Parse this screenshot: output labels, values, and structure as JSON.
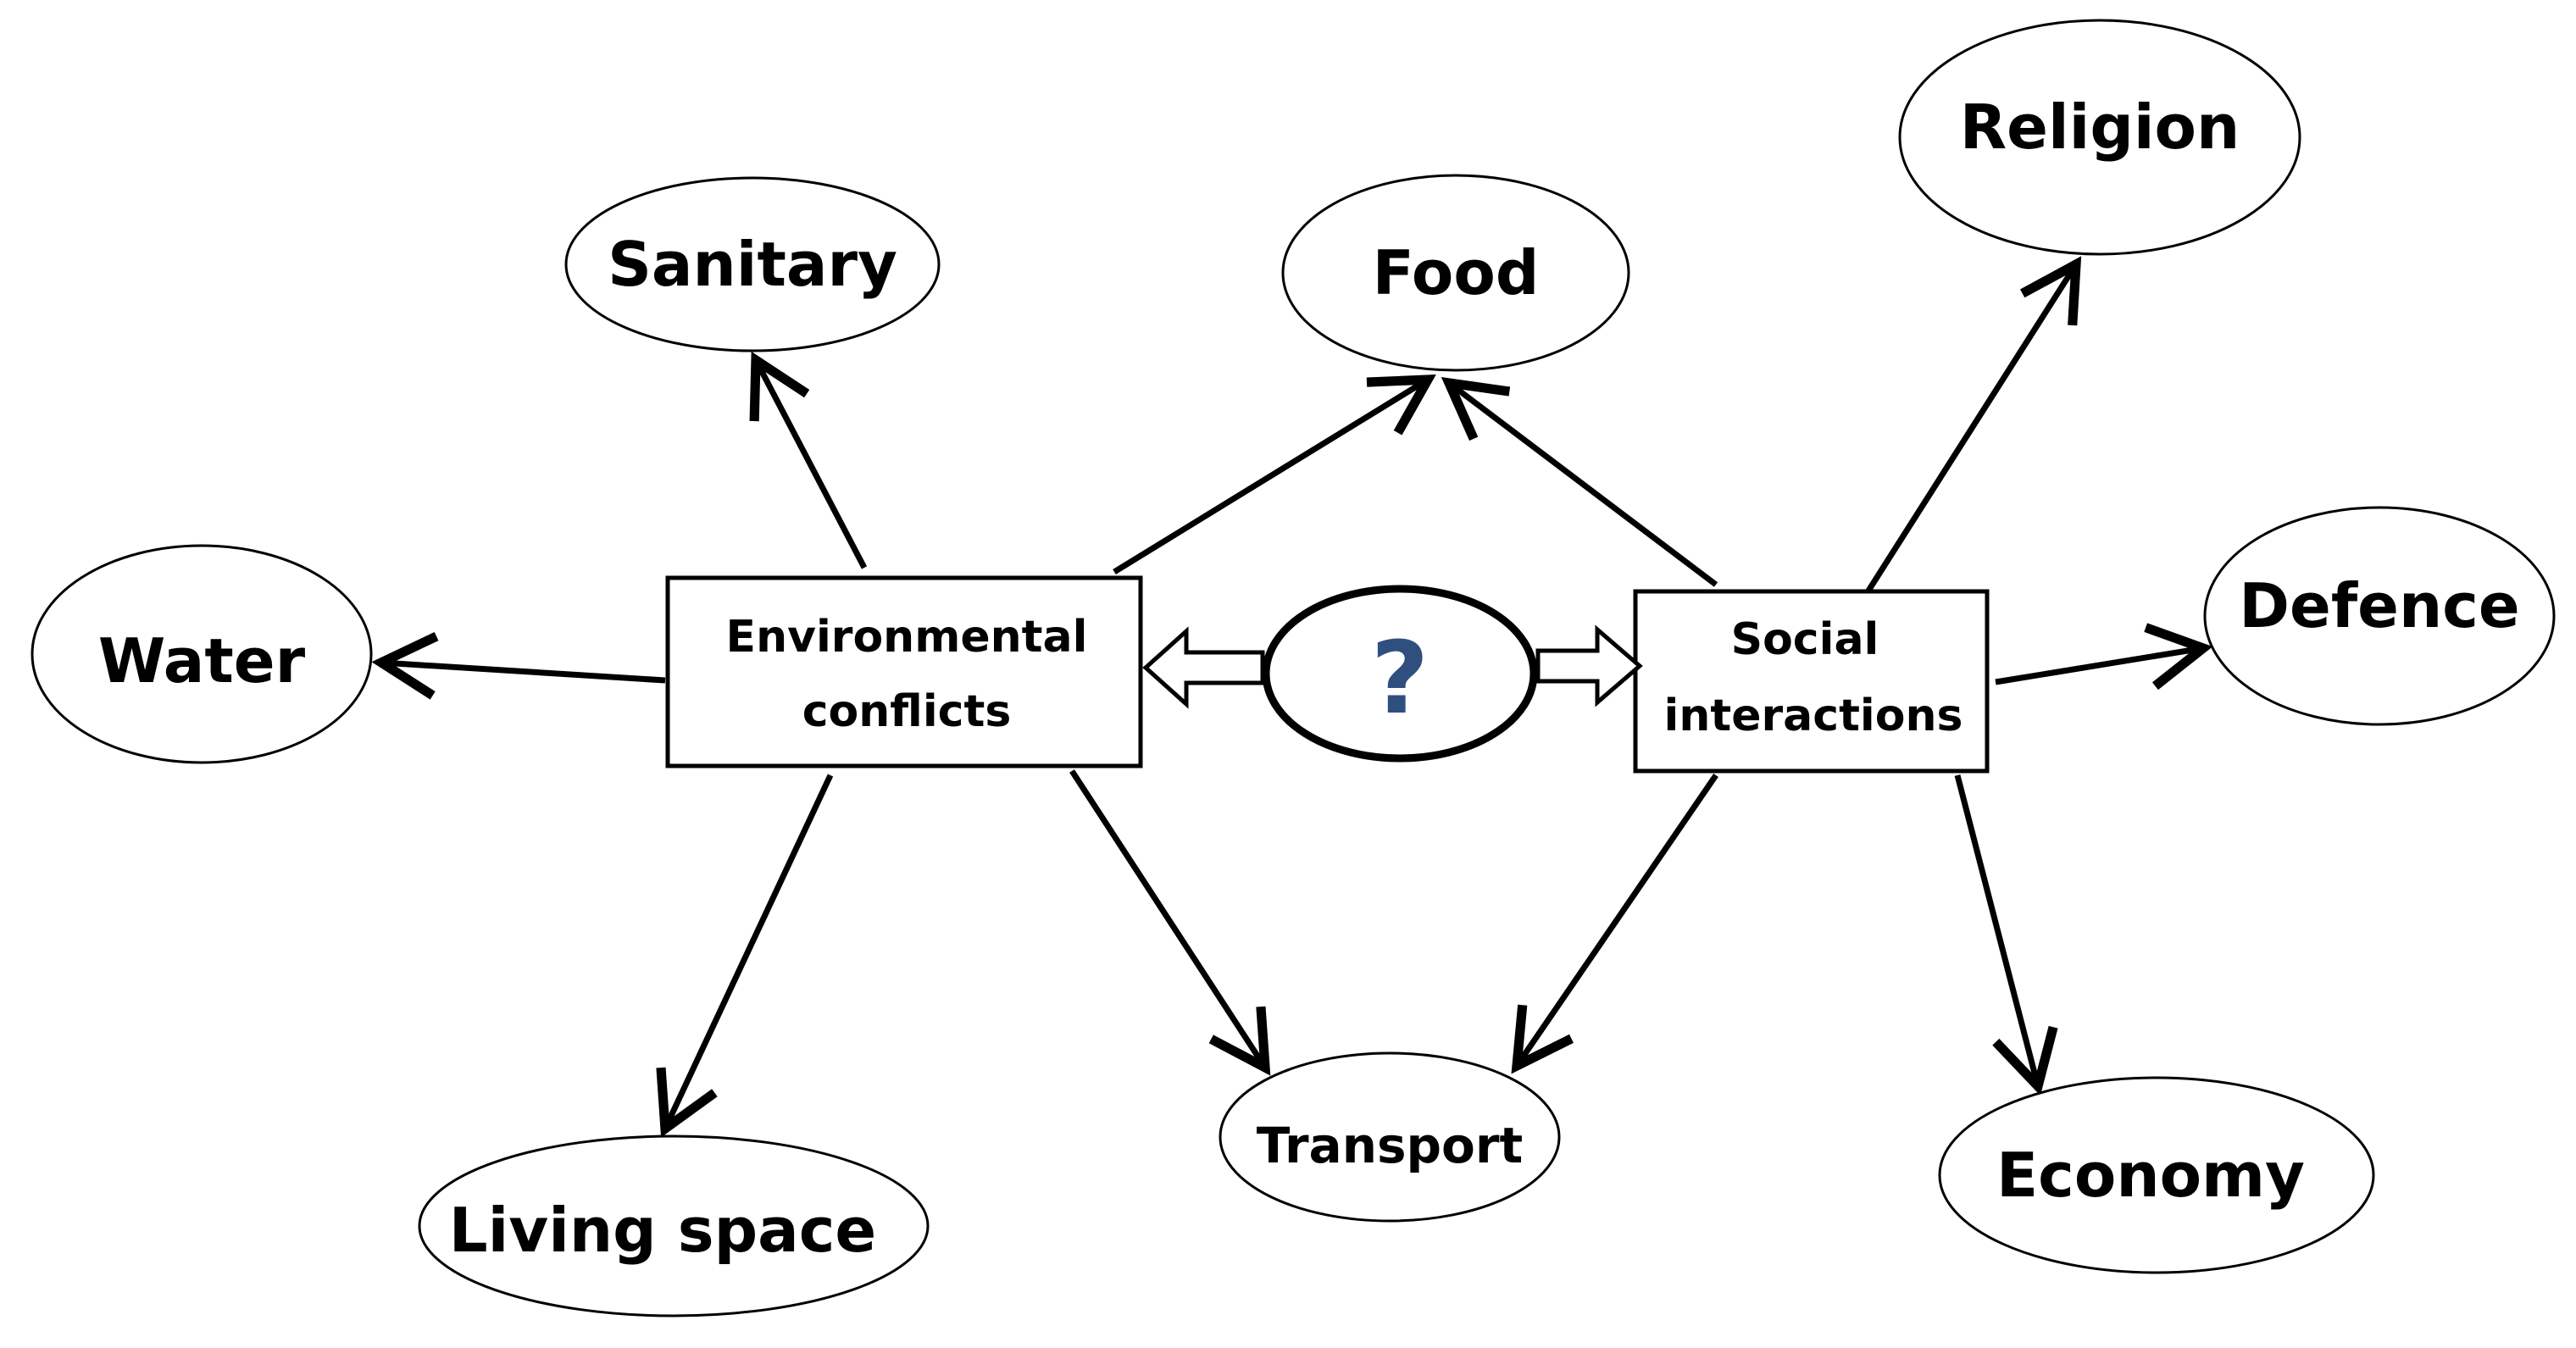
{
  "center": {
    "symbol": "?",
    "symbol_color": "#2f4f7f"
  },
  "hubs": {
    "environmental": {
      "line1": "Environmental",
      "line2": "conflicts"
    },
    "social": {
      "line1": "Social",
      "line2": "interactions"
    }
  },
  "nodes": {
    "sanitary": "Sanitary",
    "food": "Food",
    "religion": "Religion",
    "water": "Water",
    "defence": "Defence",
    "living_space": "Living space",
    "transport": "Transport",
    "economy": "Economy"
  }
}
